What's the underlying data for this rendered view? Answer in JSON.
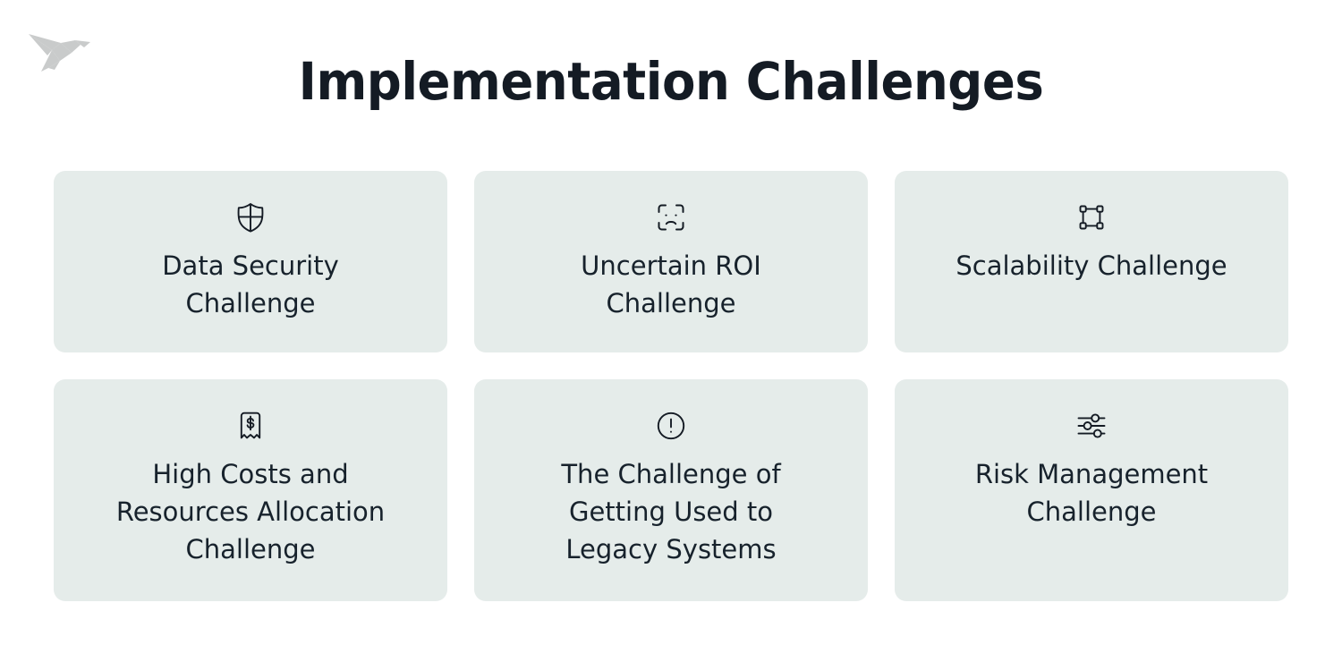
{
  "brand": {
    "logo_name": "origami-bird-logo",
    "logo_color": "#c9cbcb"
  },
  "header": {
    "title": "Implementation Challenges",
    "title_color": "#141b24"
  },
  "theme": {
    "page_background": "#ffffff",
    "card_background": "#e5ecea",
    "text_color": "#17222c",
    "icon_color": "#141b24"
  },
  "cards": [
    {
      "icon": "shield-cross-icon",
      "label": "Data Security Challenge"
    },
    {
      "icon": "face-scan-frown-icon",
      "label": "Uncertain ROI Challenge"
    },
    {
      "icon": "resize-handles-square-icon",
      "label": "Scalability Challenge"
    },
    {
      "icon": "receipt-dollar-icon",
      "label": "High Costs and Resources Allocation Challenge"
    },
    {
      "icon": "exclamation-circle-icon",
      "label": "The Challenge of Getting Used to Legacy Systems"
    },
    {
      "icon": "sliders-icon",
      "label": "Risk Management Challenge"
    }
  ]
}
